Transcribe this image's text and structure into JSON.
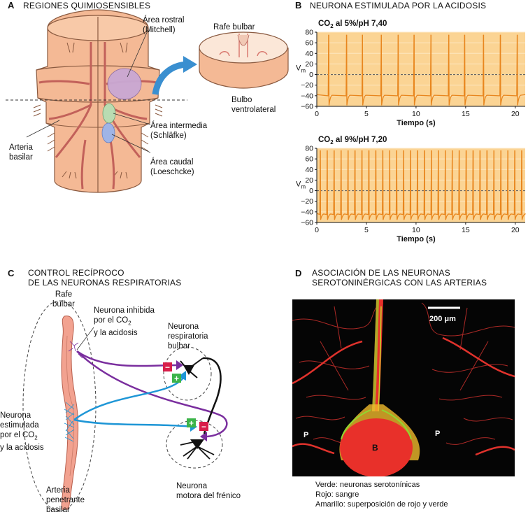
{
  "panelA": {
    "letter": "A",
    "title": "REGIONES QUIMIOSENSIBLES",
    "labels": {
      "rostral": [
        "Área rostral",
        "(Mitchell)"
      ],
      "intermedia": [
        "Área intermedia",
        "(Schläfke)"
      ],
      "caudal": [
        "Área caudal",
        "(Loeschcke)"
      ],
      "arteria": [
        "Arteria",
        "basilar"
      ],
      "rafe": "Rafe bulbar",
      "bulbo": [
        "Bulbo",
        "ventrolateral"
      ]
    },
    "colors": {
      "rostral": "#c9a8d4",
      "intermedia": "#b9dcb2",
      "caudal": "#9fb4e6",
      "tissue": "#f4b995",
      "arrow": "#3a8fd0"
    }
  },
  "panelB": {
    "letter": "B",
    "title": "NEURONA ESTIMULADA POR LA ACIDOSIS",
    "ylabel": "V",
    "ylabel_sub": "m",
    "xlabel": "Tiempo (s)"
  },
  "chart_data": [
    {
      "type": "line",
      "title_pre": "CO",
      "title_sub": "2",
      "title_post": " al 5%/pH 7,40",
      "xlabel": "Tiempo (s)",
      "ylabel": "Vm",
      "xlim": [
        0,
        21
      ],
      "ylim": [
        -60,
        80
      ],
      "xticks": [
        0,
        5,
        10,
        15,
        20
      ],
      "yticks": [
        80,
        60,
        40,
        20,
        0,
        -20,
        -40,
        -60
      ],
      "dashed_zero": true,
      "baseline": -40,
      "reset": -58,
      "peak": 75,
      "spike_times": [
        1.2,
        3.0,
        4.6,
        6.5,
        8.2,
        9.8,
        11.5,
        13.3,
        14.9,
        16.8,
        18.5,
        20.2
      ]
    },
    {
      "type": "line",
      "title_pre": "CO",
      "title_sub": "2",
      "title_post": " al 9%/pH 7,20",
      "xlabel": "Tiempo (s)",
      "ylabel": "Vm",
      "xlim": [
        0,
        21
      ],
      "ylim": [
        -60,
        80
      ],
      "xticks": [
        0,
        5,
        10,
        15,
        20
      ],
      "yticks": [
        80,
        60,
        40,
        20,
        0,
        -20,
        -40,
        -60
      ],
      "dashed_zero": true,
      "baseline": -45,
      "reset": -55,
      "peak": 76,
      "spike_times": [
        0.35,
        1.05,
        1.75,
        2.45,
        3.15,
        3.85,
        4.55,
        5.25,
        5.95,
        6.65,
        7.35,
        8.05,
        8.75,
        9.45,
        10.15,
        10.85,
        11.55,
        12.25,
        12.95,
        13.65,
        14.35,
        15.05,
        15.75,
        16.45,
        17.15,
        17.85,
        18.55,
        19.25,
        19.95,
        20.65
      ]
    }
  ],
  "panelC": {
    "letter": "C",
    "title": [
      "CONTROL RECÍPROCO",
      "DE LAS NEURONAS RESPIRATORIAS"
    ],
    "rafe": [
      "Rafe",
      "bulbar"
    ],
    "inhibida": [
      "Neurona inhibida",
      "por el CO",
      "2",
      "y la acidosis"
    ],
    "respiratoria": [
      "Neurona",
      "respiratoria",
      "bulbar"
    ],
    "estimulada": [
      "Neurona",
      "estimulada",
      "por el CO",
      "2",
      "y la acidosis"
    ],
    "motora": [
      "Neurona",
      "motora del frénico"
    ],
    "arteria": [
      "Arteria",
      "penetrante",
      "basilar"
    ],
    "plus": "+",
    "minus": "−",
    "colors": {
      "purple": "#7a2e9e",
      "blue": "#1e96d6",
      "plus": "#3cb449",
      "minus": "#d81e4a",
      "vessel": "#f2a290"
    }
  },
  "panelD": {
    "letter": "D",
    "title": [
      "ASOCIACIÓN DE LAS NEURONAS",
      "SEROTONINÉRGICAS CON LAS ARTERIAS"
    ],
    "scale": "200 μm",
    "P": "P",
    "B": "B",
    "legend": [
      "Verde: neuronas serotonínicas",
      "Rojo: sangre",
      "Amarillo: superposición de rojo y verde"
    ]
  }
}
